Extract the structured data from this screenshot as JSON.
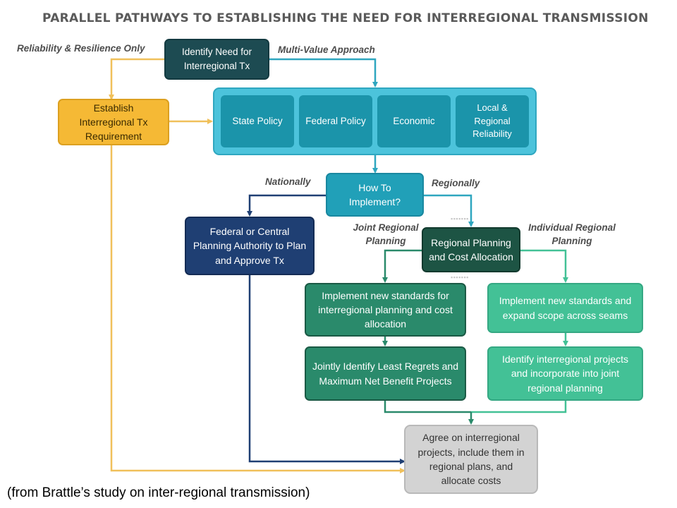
{
  "title": "PARALLEL PATHWAYS TO ESTABLISHING THE NEED FOR INTERREGIONAL TRANSMISSION",
  "nodes": {
    "identify_need": "Identify Need for Interregional Tx",
    "establish_req": "Establish Interregional Tx Requirement",
    "state_policy": "State Policy",
    "federal_policy": "Federal Policy",
    "economic": "Economic",
    "local_reliability": "Local & Regional Reliability",
    "how_to_implement": "How To Implement?",
    "federal_central": "Federal or Central Planning Authority to Plan and Approve Tx",
    "regional_planning": "Regional Planning and Cost Allocation",
    "implement_standards_joint": "Implement new standards for interregional planning and cost allocation",
    "jointly_identify": "Jointly Identify Least Regrets and Maximum Net Benefit Projects",
    "implement_standards_individual": "Implement new standards and expand scope across seams",
    "identify_projects": "Identify interregional projects and incorporate into joint regional planning",
    "agree": "Agree on interregional projects, include them in regional plans, and allocate costs"
  },
  "labels": {
    "reliability_only": "Reliability & Resilience Only",
    "multi_value": "Multi-Value Approach",
    "nationally": "Nationally",
    "regionally": "Regionally",
    "joint_regional": "Joint Regional Planning",
    "individual_regional": "Individual Regional Planning"
  },
  "caption": "(from Brattle’s study on inter-regional transmission)",
  "colors": {
    "dark_teal": "#1d4b52",
    "orange": "#f5b935",
    "cyan": "#4cc3db",
    "teal": "#1b94aa",
    "navy": "#1f3f73",
    "dark_green": "#1d5444",
    "medium_green": "#2a8a6b",
    "light_green": "#43c196",
    "gray": "#d3d3d3"
  }
}
